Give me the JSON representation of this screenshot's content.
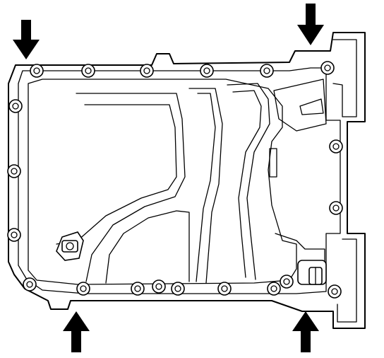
{
  "diagram": {
    "subject": "engine-oil-pan-top-view",
    "arrow_count": 4,
    "bolt_count": 20,
    "colors": {
      "line": "#000000",
      "background": "#ffffff",
      "arrow": "#000000"
    }
  }
}
